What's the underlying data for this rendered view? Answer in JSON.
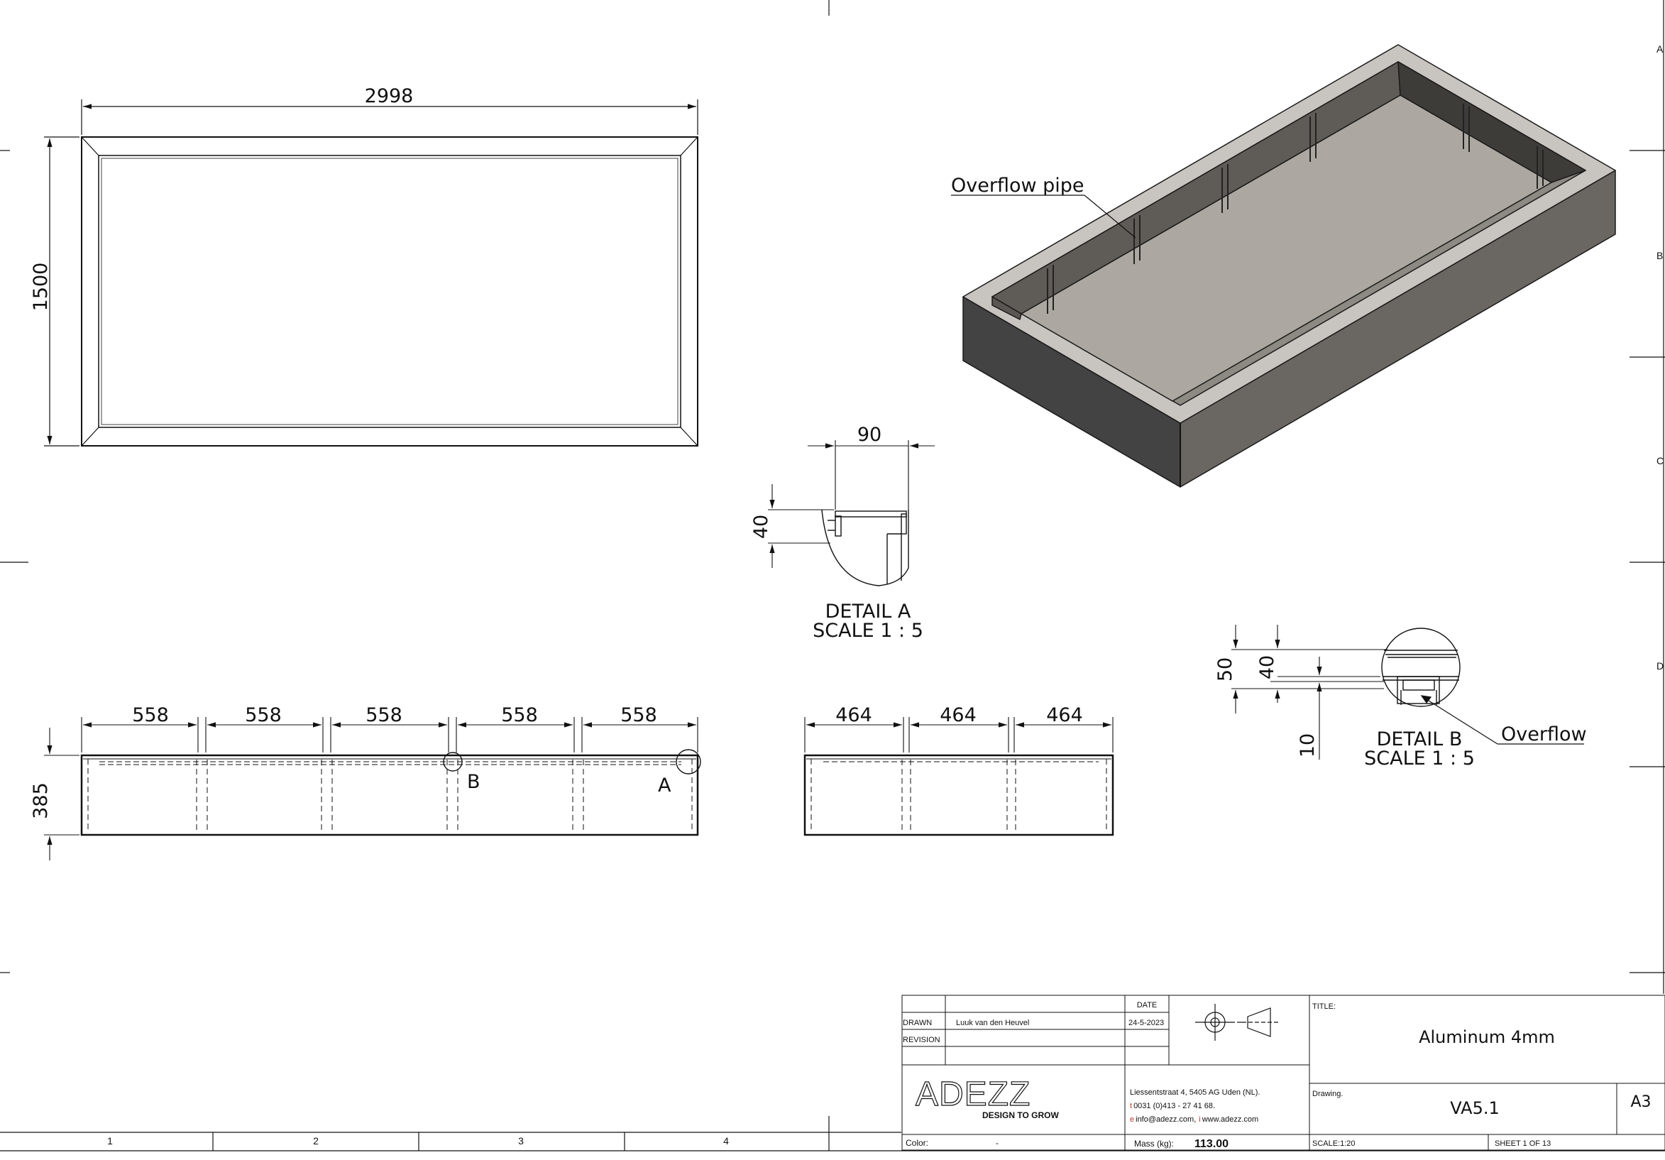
{
  "top_view": {
    "width_dim": "2998",
    "height_dim": "1500"
  },
  "iso_view": {
    "callout": "Overflow pipe"
  },
  "detail_a": {
    "dim_width": "90",
    "dim_height": "40",
    "title": "DETAIL A",
    "scale": "SCALE 1 : 5"
  },
  "detail_b": {
    "dim_outer": "50",
    "dim_inner": "40",
    "dim_bottom": "10",
    "title": "DETAIL B",
    "scale": "SCALE 1 : 5",
    "callout": "Overflow"
  },
  "front_view": {
    "spacing": [
      "558",
      "558",
      "558",
      "558",
      "558"
    ],
    "height_dim": "385",
    "marker_b": "B",
    "marker_a": "A"
  },
  "side_view": {
    "spacing": [
      "464",
      "464",
      "464"
    ]
  },
  "zones": {
    "columns": [
      "1",
      "2",
      "3",
      "4"
    ],
    "rows": [
      "A",
      "B",
      "C",
      "D"
    ]
  },
  "title_block": {
    "date_header": "DATE",
    "drawn_label": "DRAWN",
    "drawn_by": "Luuk van den Heuvel",
    "drawn_date": "24-5-2023",
    "revision_label": "REVISION",
    "logo_text": "ADEZZ",
    "logo_tagline": "DESIGN TO GROW",
    "address": "Liessentstraat 4, 5405 AG Uden (NL).",
    "phone_prefix": "t",
    "phone": "0031 (0)413 - 27 41 68.",
    "email_prefix": "e",
    "email": "info@adezz.com,",
    "web_prefix": "i",
    "web": "www.adezz.com",
    "title_label": "TITLE:",
    "title": "Aluminum 4mm",
    "drawing_label": "Drawing.",
    "drawing_no": "VA5.1",
    "size": "A3",
    "color_label": "Color:",
    "color_value": "-",
    "mass_label": "Mass (kg):",
    "mass_value": "113.00",
    "scale": "SCALE:1:20",
    "sheet": "SHEET 1 OF 13"
  }
}
